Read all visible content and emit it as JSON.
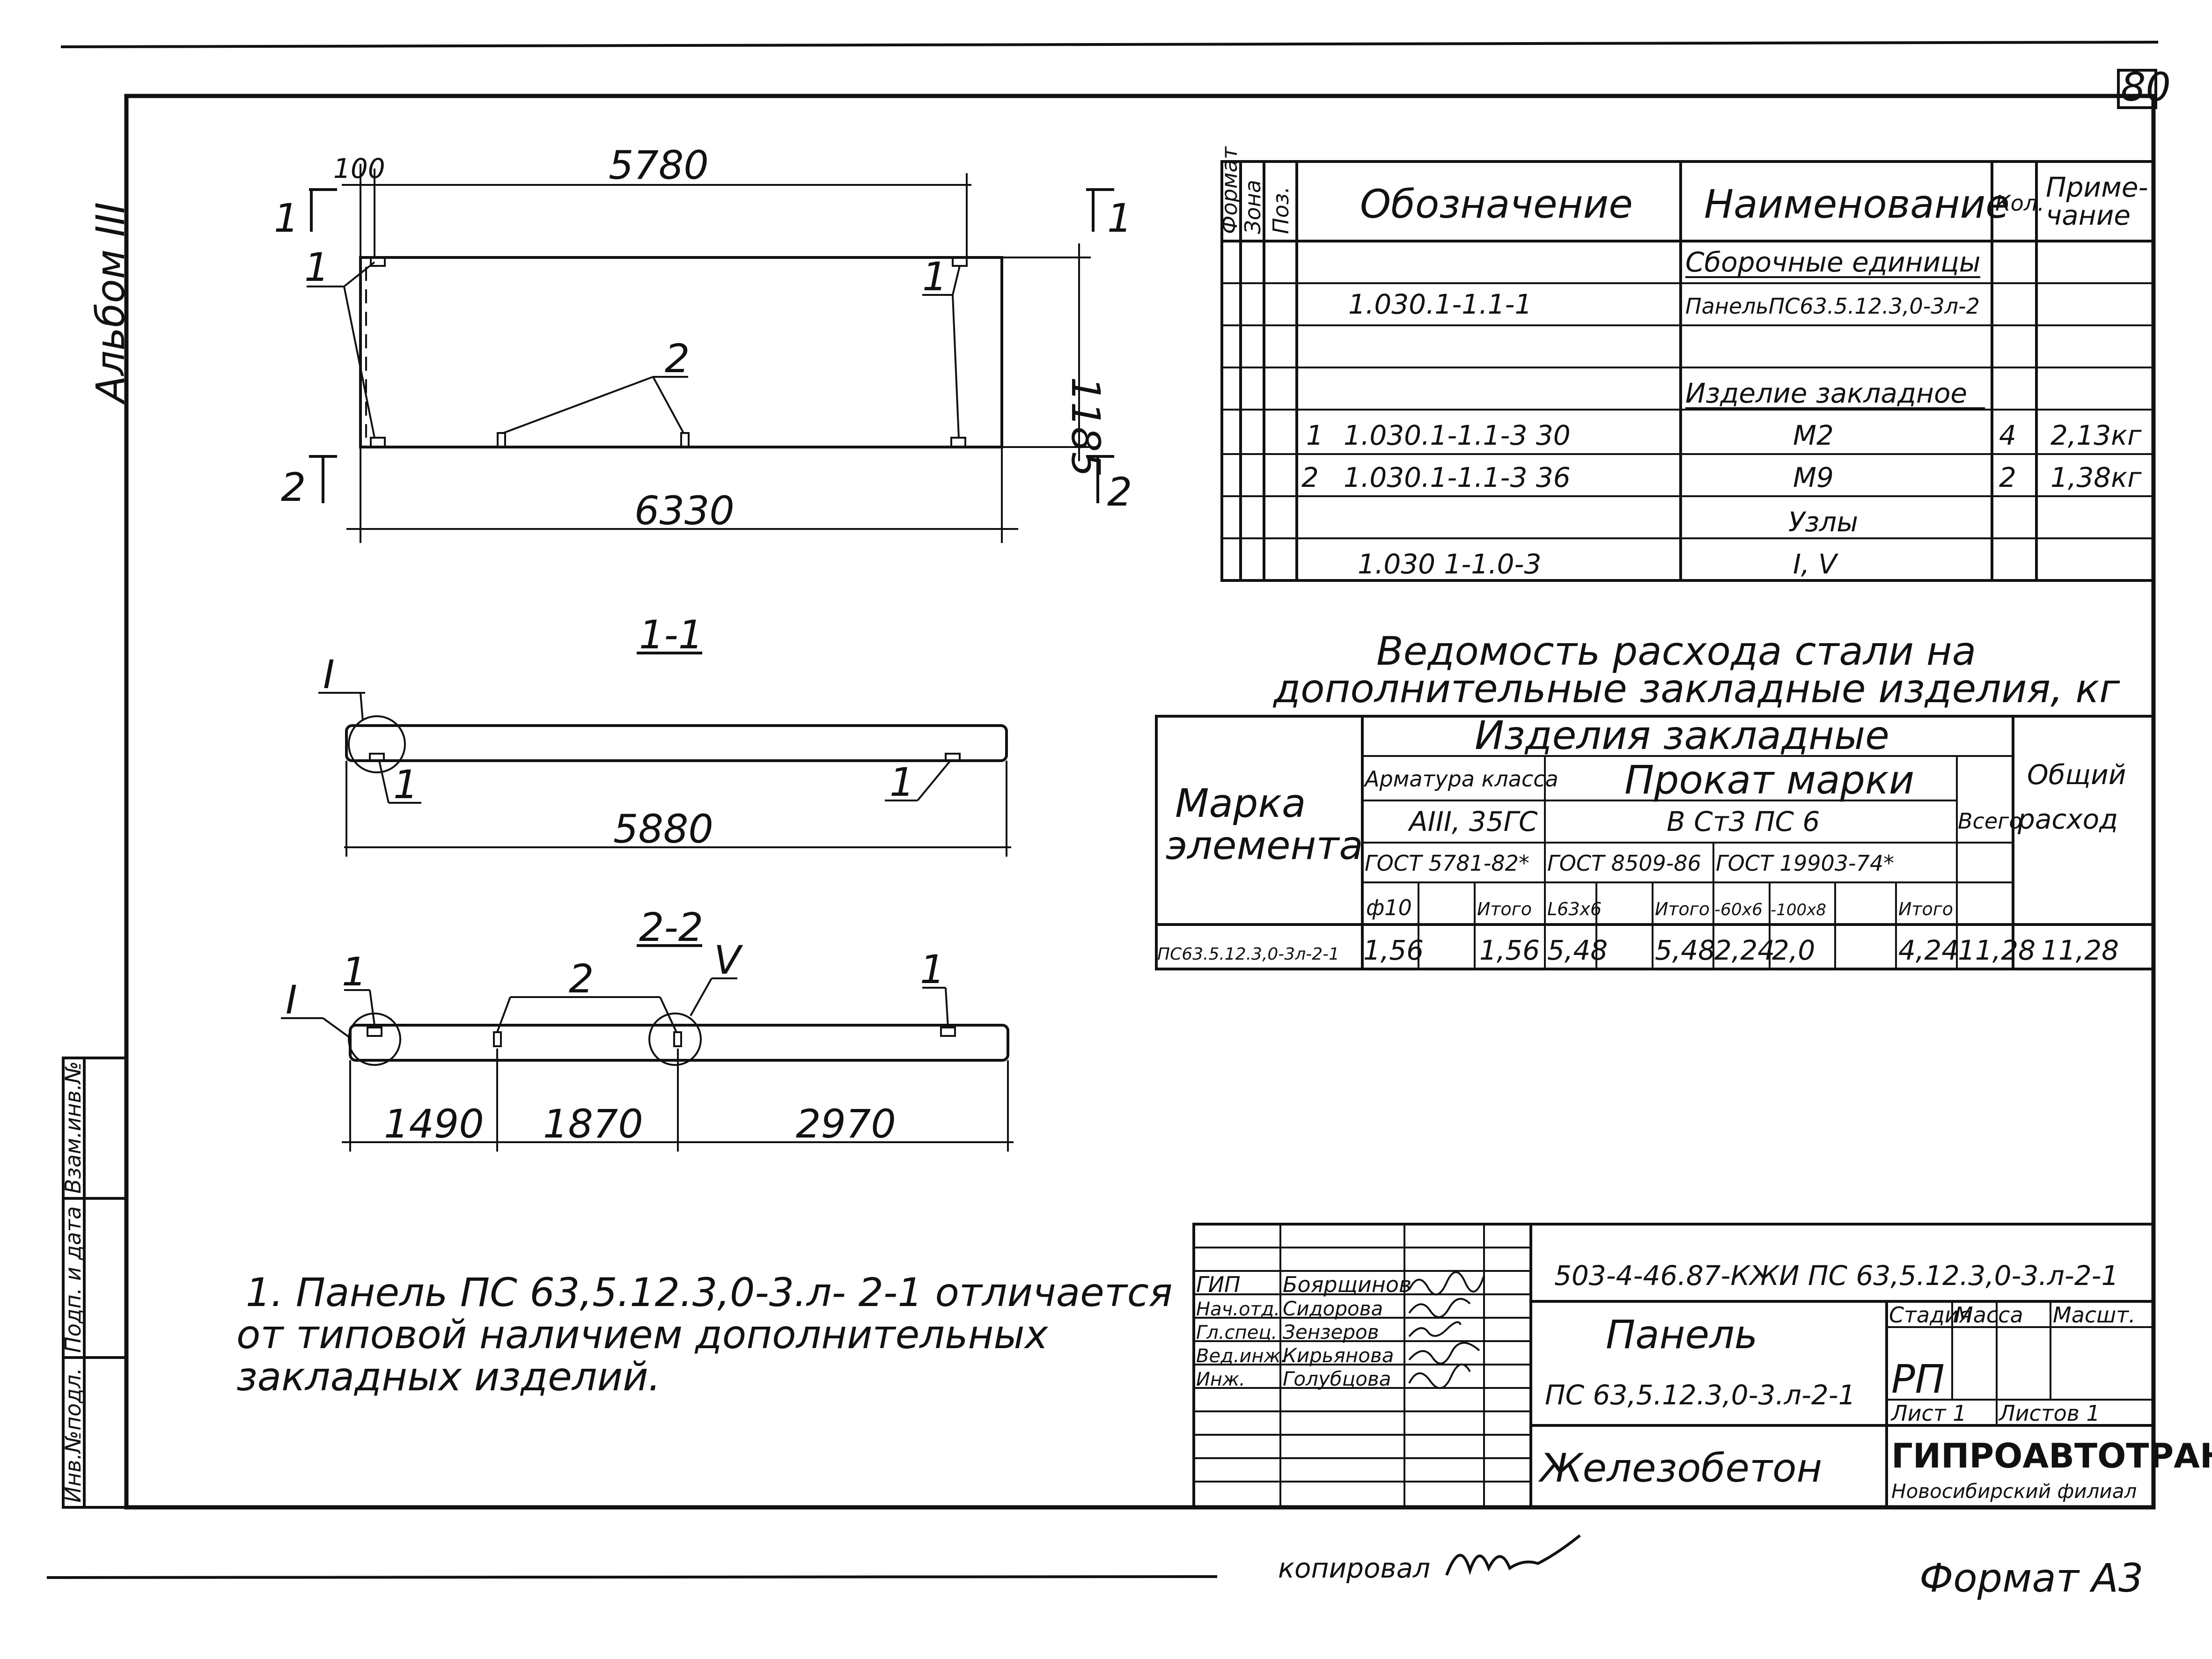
{
  "sheet_number": "80",
  "side_album": "Альбом III",
  "side_stamps": [
    "Взам.инв.№",
    "Подп. и дата",
    "Инв.№подл."
  ],
  "plan": {
    "dim_top_small": "100",
    "dim_top": "5780",
    "dim_bottom": "6330",
    "dim_height": "1185",
    "section_mark_1": "1",
    "section_mark_2": "2",
    "callout_1": "1",
    "callout_2": "2"
  },
  "section_1": {
    "title": "1-1",
    "node_mark": "I",
    "callout_left": "1",
    "callout_right": "1",
    "dim_length": "5880"
  },
  "section_2": {
    "title": "2-2",
    "node_mark_left": "I",
    "node_mark_mid": "V",
    "callout_1a": "1",
    "callout_2": "2",
    "callout_1b": "1",
    "dims": [
      "1490",
      "1870",
      "2970"
    ]
  },
  "spec_table": {
    "headers": {
      "format": "Формат",
      "zone": "Зона",
      "pos": "Поз.",
      "designation": "Обозначение",
      "name": "Наименование",
      "qty": "Кол.",
      "note_line1": "Приме-",
      "note_line2": "чание"
    },
    "rows": [
      {
        "pos": "",
        "designation": "",
        "name": "Сборочные единицы",
        "qty": "",
        "note": ""
      },
      {
        "pos": "",
        "designation": "1.030.1-1.1-1",
        "name": "ПанельПС63.5.12.3,0-3л-2",
        "qty": "",
        "note": ""
      },
      {
        "pos": "",
        "designation": "",
        "name": "",
        "qty": "",
        "note": ""
      },
      {
        "pos": "",
        "designation": "",
        "name": "Изделие закладное",
        "qty": "",
        "note": ""
      },
      {
        "pos": "1",
        "designation": "1.030.1-1.1-3 30",
        "name": "М2",
        "qty": "4",
        "note": "2,13кг"
      },
      {
        "pos": "2",
        "designation": "1.030.1-1.1-3 36",
        "name": "М9",
        "qty": "2",
        "note": "1,38кг"
      },
      {
        "pos": "",
        "designation": "",
        "name": "Узлы",
        "qty": "",
        "note": ""
      },
      {
        "pos": "",
        "designation": "1.030 1-1.0-3",
        "name": "I, V",
        "qty": "",
        "note": ""
      }
    ]
  },
  "steel_table": {
    "title_line1": "Ведомость расхода стали на",
    "title_line2": "дополнительные закладные изделия, кг",
    "h_items": "Изделия закладные",
    "h_mark_line1": "Марка",
    "h_mark_line2": "элемента",
    "h_rebar_class": "Арматура класса",
    "h_rebar_grade": "АIII, 35ГС",
    "h_rolled": "Прокат марки",
    "h_rolled_grade": "В Ст3 ПС 6",
    "h_total": "Всего",
    "h_overall_line1": "Общий",
    "h_overall_line2": "расход",
    "h_gost": [
      "ГОСТ 5781-82*",
      "ГОСТ 8509-86",
      "ГОСТ 19903-74*"
    ],
    "h_sub": [
      "ф10",
      "",
      "Итого",
      "L63x6",
      "",
      "Итого",
      "-60x6",
      "-100x8",
      "",
      "Итого"
    ],
    "row": [
      "ПС63.5.12.3,0-3л-2-1",
      "1,56",
      "",
      "1,56",
      "5,48",
      "",
      "5,48",
      "2,24",
      "2,0",
      "",
      "4,24",
      "11,28",
      "11,28"
    ]
  },
  "note": {
    "line1": "1. Панель ПС 63,5.12.3,0-3.л- 2-1 отличается",
    "line2": "от типовой наличием   дополнительных",
    "line3": "закладных   изделий."
  },
  "title_block": {
    "code": "503-4-46.87-КЖИ ПС 63,5.12.3,0-3.л-2-1",
    "roles": [
      {
        "role": "ГИП",
        "name": "Боярщинов"
      },
      {
        "role": "Нач.отд.",
        "name": "Сидорова"
      },
      {
        "role": "Гл.спец.",
        "name": "Зензеров"
      },
      {
        "role": "Вед.инж.",
        "name": "Кирьянова"
      },
      {
        "role": "Инж.",
        "name": "Голубцова"
      }
    ],
    "title1": "Панель",
    "title2": "ПС 63,5.12.3,0-3.л-2-1",
    "material": "Железобетон",
    "h_stage": "Стадия",
    "h_mass": "Масса",
    "h_scale": "Масшт.",
    "stage": "РП",
    "sheet": "Лист 1",
    "sheets": "Листов 1",
    "org1": "ГИПРОАВТОТРАНС",
    "org2": "Новосибирский филиал"
  },
  "footer": {
    "copied": "копировал",
    "format": "Формат А3"
  }
}
